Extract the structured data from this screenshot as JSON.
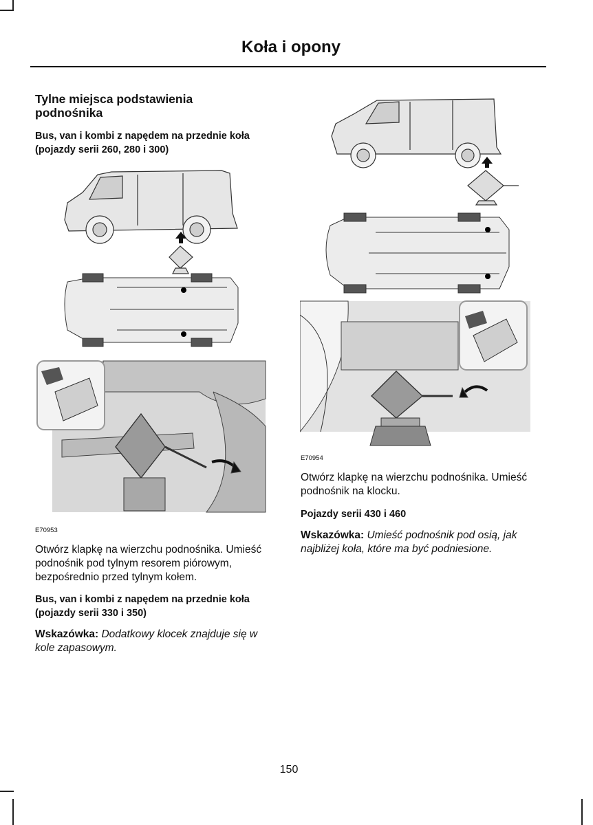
{
  "header": {
    "title": "Koła i opony"
  },
  "section": {
    "heading": "Tylne miejsca podstawienia podnośnika"
  },
  "left": {
    "subhead1": "Bus, van i kombi z napędem na przednie koła (pojazdy serii 260, 280 i 300)",
    "figure_code": "E70953",
    "body": "Otwórz klapkę na wierzchu podnośnika. Umieść podnośnik pod tylnym resorem piórowym, bezpośrednio przed tylnym kołem.",
    "subhead2": "Bus, van i kombi z napędem na przednie koła (pojazdy serii 330 i 350)",
    "note_label": "Wskazówka:",
    "note_text": "Dodatkowy klocek znajduje się w kole zapasowym."
  },
  "right": {
    "figure_code": "E70954",
    "body": "Otwórz klapkę na wierzchu podnośnika. Umieść podnośnik na klocku.",
    "subhead": "Pojazdy serii 430 i 460",
    "note_label": "Wskazówka:",
    "note_text": "Umieść podnośnik pod osią, jak najbliżej koła, które ma być podniesione."
  },
  "footer": {
    "page_number": "150"
  }
}
